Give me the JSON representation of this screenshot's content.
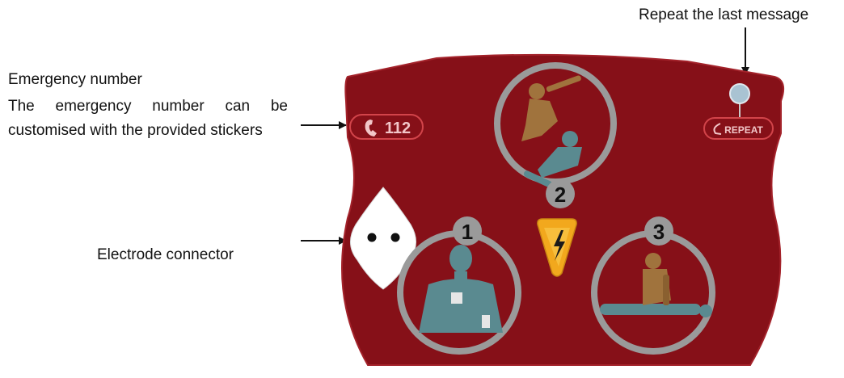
{
  "callouts": {
    "emergency_title": "Emergency number",
    "emergency_desc": "The emergency number can be customised with the provided stickers",
    "electrode": "Electrode connector",
    "repeat": "Repeat the last message"
  },
  "panel": {
    "phone_number": "112",
    "repeat_label": "REPEAT",
    "step_labels": [
      "1",
      "2",
      "3"
    ]
  },
  "colors": {
    "panel": "#861018",
    "panel_edge": "#a3222a",
    "ring": "#9a9a9a",
    "shock_button": "#f2a81d"
  },
  "icons": {
    "phone": "phone-icon",
    "repeat": "repeat-arrow-icon",
    "shock": "lightning-icon",
    "connector": "electrode-connector-icon"
  }
}
